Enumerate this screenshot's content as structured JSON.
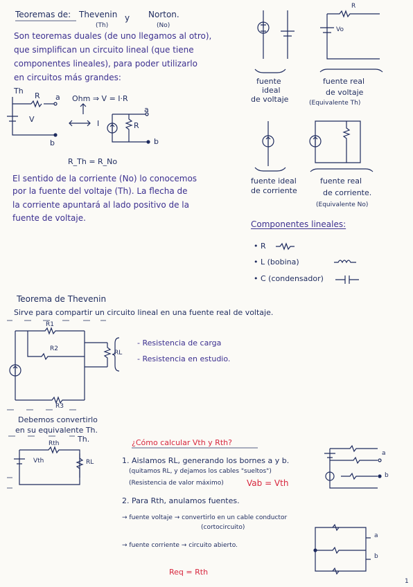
{
  "header": {
    "title_teoremas": "Teoremas de:",
    "thevenin": "Thevenin",
    "y": "y",
    "norton": "Norton.",
    "th_abbr": "(Th)",
    "no_abbr": "(No)"
  },
  "intro": [
    "Son teoremas duales (de uno llegamos al otro),",
    "que simplifican un circuito lineal (que tiene",
    "componentes lineales), para poder utilizarlo",
    "en circuitos más grandes:"
  ],
  "th_diagram": {
    "th_label": "Th",
    "R": "R",
    "a": "a",
    "V": "V",
    "b": "b",
    "ohm": "Ohm ⇒ V = I·R",
    "I": "I",
    "R2": "R",
    "a2": "a",
    "b2": "b",
    "equiv": "R_Th = R_No"
  },
  "direction_text": [
    "El sentido de la corriente (No) lo conocemos",
    "por la fuente del voltaje (Th). La flecha de",
    "la corriente apuntará al lado positivo de la",
    "fuente de voltaje."
  ],
  "sources": {
    "vo": "Vo",
    "ideal_voltage": [
      "fuente",
      "ideal",
      "de voltaje"
    ],
    "real_voltage": [
      "fuente real",
      "de voltaje",
      "(Equivalente Th)"
    ],
    "ideal_current": [
      "fuente ideal",
      "de corriente"
    ],
    "real_current": [
      "fuente real",
      "de corriente.",
      "(Equivalente No)"
    ],
    "R_top": "R"
  },
  "components": {
    "title": "Componentes lineales:",
    "items": [
      "• R",
      "• L (bobina)",
      "• C (condensador)"
    ]
  },
  "thevenin": {
    "title": "Teorema de Thevenin",
    "desc": "Sirve para compartir un circuito lineal en una fuente real de voltaje.",
    "r1": "R1",
    "r2": "R2",
    "r3": "R3",
    "rl": "RL",
    "load1": "- Resistencia de carga",
    "load2": "- Resistencia en estudio.",
    "convert1": "Debemos convertirlo",
    "convert2": "en su equivalente Th.",
    "th": "Th.",
    "rth": "Rth",
    "vth": "Vth",
    "rl2": "RL"
  },
  "how": {
    "title": "¿Cómo calcular Vth y Rth?",
    "step1": "1. Aislamos RL, generando los bornes a y b.",
    "step1b": "(quitamos RL, y dejamos los cables \"sueltos\")",
    "step1c": "(Resistencia de valor máximo)",
    "vab": "Vab = Vth",
    "step2": "2. Para Rth, anulamos fuentes.",
    "voltage_rule": "→ fuente voltaje → convertirlo en un cable conductor",
    "voltage_rule2": "(cortocircuito)",
    "current_rule": "→ fuente corriente → circuito abierto.",
    "req": "Req = Rth",
    "a": "a",
    "b": "b",
    "a2": "a",
    "b2": "b"
  },
  "page_number": "1"
}
